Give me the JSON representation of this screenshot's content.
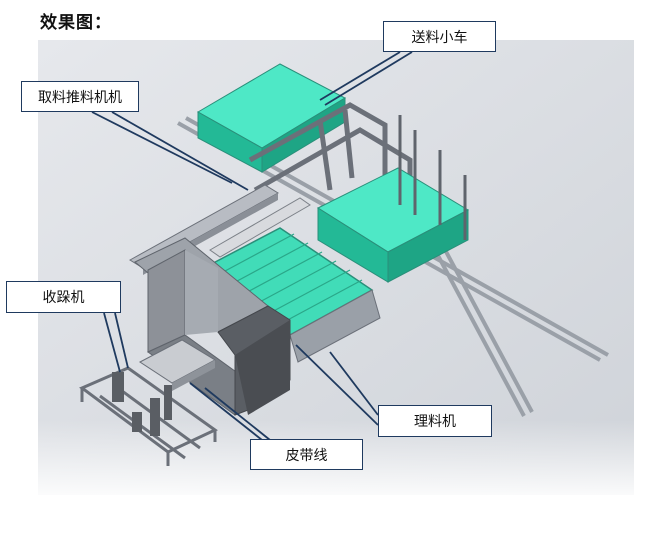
{
  "heading": "效果图：",
  "labels": {
    "feed_cart": "送料小车",
    "pick_push": "取料推料机机",
    "receiver": "收跺机",
    "sorter": "理料机",
    "belt_line": "皮带线"
  },
  "colors": {
    "teal_panel": "#2fdcb4",
    "machine_grey": "#8d9198",
    "dark_grey": "#5a5e64",
    "frame": "#c4c8ce",
    "callout_border": "#1f3a5f",
    "leader": "#1f3a5f"
  }
}
